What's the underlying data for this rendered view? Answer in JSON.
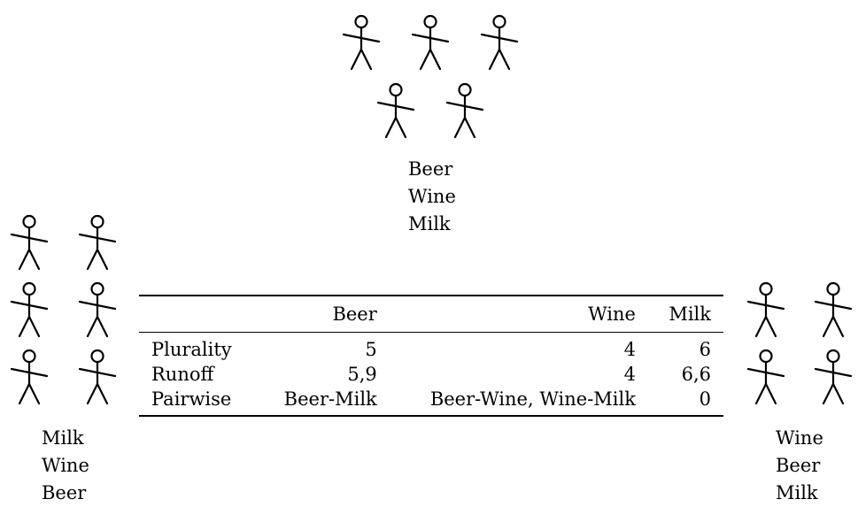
{
  "groups": [
    {
      "id": "top",
      "voters": 5,
      "ranking": [
        "Beer",
        "Wine",
        "Milk"
      ]
    },
    {
      "id": "left",
      "voters": 6,
      "ranking": [
        "Milk",
        "Wine",
        "Beer"
      ]
    },
    {
      "id": "right",
      "voters": 4,
      "ranking": [
        "Wine",
        "Beer",
        "Milk"
      ]
    }
  ],
  "table": {
    "columns": [
      "",
      "Beer",
      "Wine",
      "Milk"
    ],
    "rows": [
      {
        "method": "Plurality",
        "beer": "5",
        "wine": "4",
        "milk": "6"
      },
      {
        "method": "Runoff",
        "beer": "5,9",
        "wine": "4",
        "milk": "6,6"
      },
      {
        "method": "Pairwise",
        "beer": "Beer-Milk",
        "wine": "Beer-Wine, Wine-Milk",
        "milk": "0"
      }
    ]
  }
}
